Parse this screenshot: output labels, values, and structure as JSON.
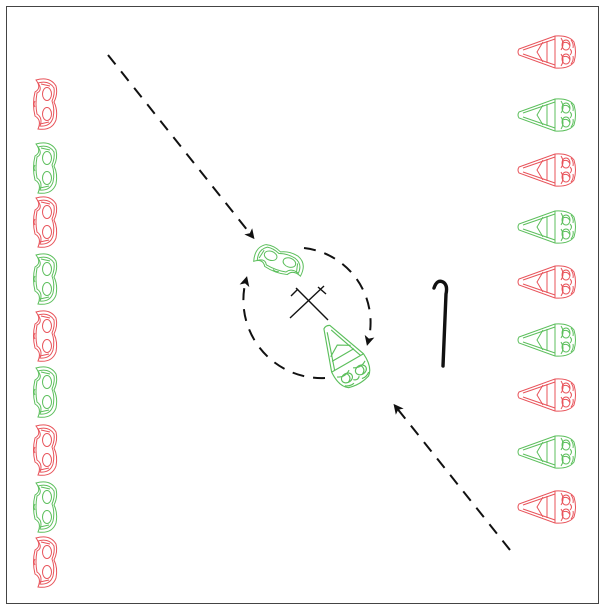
{
  "colors": {
    "red": "#e8535a",
    "green": "#5cbf5c",
    "black": "#111111",
    "frame": "#444444"
  },
  "left_column": {
    "description_icon": "half-mask-icon",
    "colors": [
      "red",
      "green",
      "red",
      "green",
      "red",
      "green",
      "red",
      "green",
      "red"
    ]
  },
  "right_column": {
    "description_icon": "full-face-mask-icon",
    "colors": [
      "red",
      "green",
      "red",
      "green",
      "red",
      "green",
      "red",
      "green",
      "red"
    ]
  },
  "center": {
    "half_mask_color": "green",
    "full_mask_color": "green",
    "icons": [
      "half-mask-icon",
      "full-face-mask-icon",
      "crossed-swords-icon",
      "cane-icon"
    ]
  }
}
